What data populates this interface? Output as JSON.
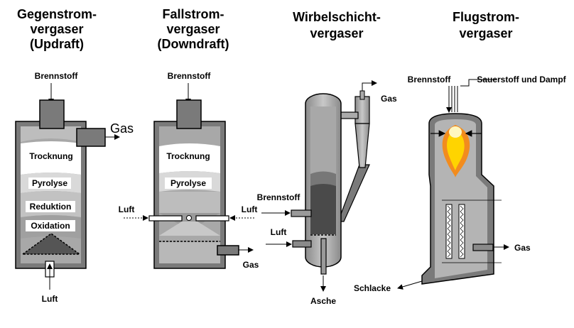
{
  "colors": {
    "steel": "#7a7a7a",
    "steel_light": "#b4b4b4",
    "dark_bed": "#4a4a4a",
    "zone_white": "#ffffff",
    "flame_orange": "#f28c1e",
    "flame_yellow": "#ffd400"
  },
  "updraft": {
    "title_line1": "Gegenstrom-",
    "title_line2": "vergaser",
    "title_line3": "(Updraft)",
    "fuel_label": "Brennstoff",
    "gas_label": "Gas",
    "air_label": "Luft",
    "zones": [
      "Trocknung",
      "Pyrolyse",
      "Reduktion",
      "Oxidation"
    ]
  },
  "downdraft": {
    "title_line1": "Fallstrom-",
    "title_line2": "vergaser",
    "title_line3": "(Downdraft)",
    "fuel_label": "Brennstoff",
    "air_left_label": "Luft",
    "air_right_label": "Luft",
    "gas_label": "Gas",
    "zones": [
      "Trocknung",
      "Pyrolyse"
    ]
  },
  "fluidized": {
    "title_line1": "Wirbelschicht-",
    "title_line2": "vergaser",
    "gas_label": "Gas",
    "fuel_label": "Brennstoff",
    "air_label": "Luft",
    "ash_label": "Asche"
  },
  "entrained": {
    "title_line1": "Flugstrom-",
    "title_line2": "vergaser",
    "fuel_label": "Brennstoff",
    "oxygen_label": "Sauerstoff und Dampf",
    "gas_label": "Gas",
    "slag_label": "Schlacke"
  }
}
